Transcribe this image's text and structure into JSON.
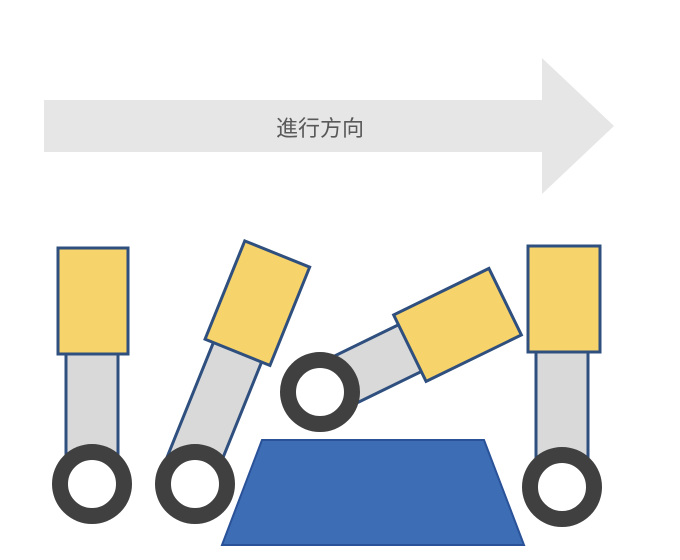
{
  "direction_label": "進行方向",
  "colors": {
    "background": "#ffffff",
    "arrow_fill": "#e6e6e6",
    "label_text": "#595959",
    "link_fill": "#d9d9d9",
    "body_fill": "#f6d36b",
    "outline": "#2f4f7f",
    "wheel_ring": "#404040",
    "wheel_hub": "#ffffff",
    "obstacle_fill": "#3d6db5",
    "obstacle_stroke": "#2a5298"
  },
  "icons": [
    "right-arrow-icon",
    "wheel-icon",
    "obstacle-block"
  ],
  "legs": [
    {
      "id": "leg-1",
      "pose": "upright"
    },
    {
      "id": "leg-2",
      "pose": "tilted-forward"
    },
    {
      "id": "leg-3",
      "pose": "raised-over-obstacle"
    },
    {
      "id": "leg-4",
      "pose": "upright"
    }
  ]
}
